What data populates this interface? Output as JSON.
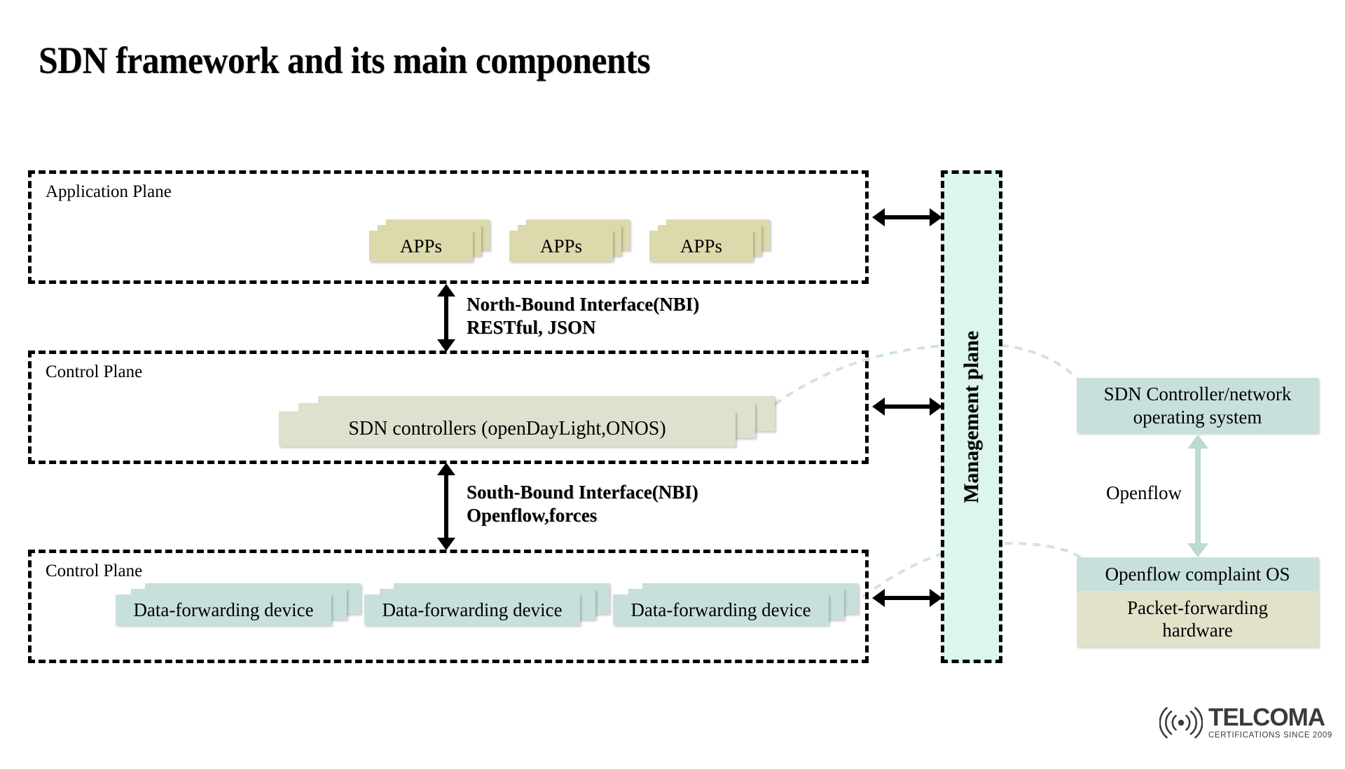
{
  "title": "SDN framework and its main components",
  "planes": [
    {
      "id": "application-plane",
      "label": "Application Plane"
    },
    {
      "id": "control-plane",
      "label": "Control Plane"
    },
    {
      "id": "data-plane",
      "label": "Control Plane"
    }
  ],
  "apps": [
    {
      "label": "APPs"
    },
    {
      "label": "APPs"
    },
    {
      "label": "APPs"
    }
  ],
  "controllers": {
    "label": "SDN controllers (openDayLight,ONOS)"
  },
  "forwarding_devices": [
    {
      "label": "Data-forwarding device"
    },
    {
      "label": "Data-forwarding device"
    },
    {
      "label": "Data-forwarding device"
    }
  ],
  "management_plane": {
    "label": "Management plane"
  },
  "interfaces": {
    "northbound": "North-Bound Interface(NBI)\nRESTful, JSON",
    "northbound_line1": "North-Bound Interface(NBI)",
    "northbound_line2": "RESTful, JSON",
    "southbound_line1": "South-Bound Interface(NBI)",
    "southbound_line2": "Openflow,forces"
  },
  "side_panel": {
    "controller_os_line1": "SDN Controller/network",
    "controller_os_line2": "operating system",
    "openflow_arrow_label": "Openflow",
    "openflow_os": "Openflow complaint OS",
    "packet_hw_line1": "Packet-forwarding",
    "packet_hw_line2": "hardware"
  },
  "logo": {
    "name": "TELCOMA",
    "tagline": "CERTIFICATIONS SINCE 2009",
    "icon": "broadcast-signal-icon"
  },
  "colors": {
    "apps_fill": "#dcd9ac",
    "controller_fill": "#dfe0cd",
    "device_fill": "#c8e0dc",
    "management_fill": "#ddf6ec",
    "hardware_fill": "#e2e2cb",
    "openflow_arrow": "#bcd9d3",
    "connector_dash": "#cfe4de",
    "border": "#000000"
  }
}
